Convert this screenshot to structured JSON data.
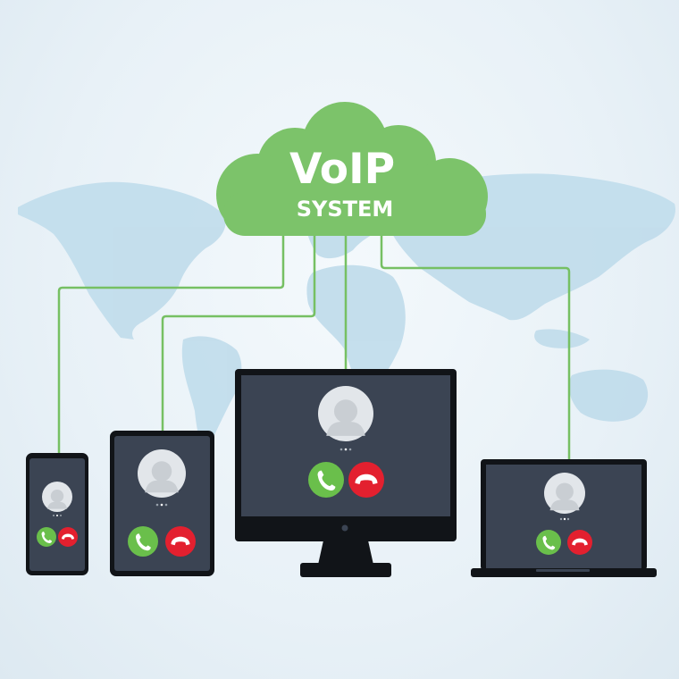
{
  "cloud": {
    "title": "VoIP",
    "subtitle": "SYSTEM"
  },
  "colors": {
    "cloud": "#7cc36a",
    "connector": "#76c063",
    "map": "#c2ddec",
    "device_frame": "#111418",
    "screen": "#3b4453",
    "accept": "#6abf4b",
    "decline": "#e3202f"
  },
  "icons": {
    "avatar": "user-avatar-icon",
    "accept": "phone-accept-icon",
    "decline": "phone-decline-icon"
  },
  "devices": [
    {
      "kind": "smartphone"
    },
    {
      "kind": "tablet"
    },
    {
      "kind": "desktop-monitor"
    },
    {
      "kind": "laptop"
    }
  ]
}
